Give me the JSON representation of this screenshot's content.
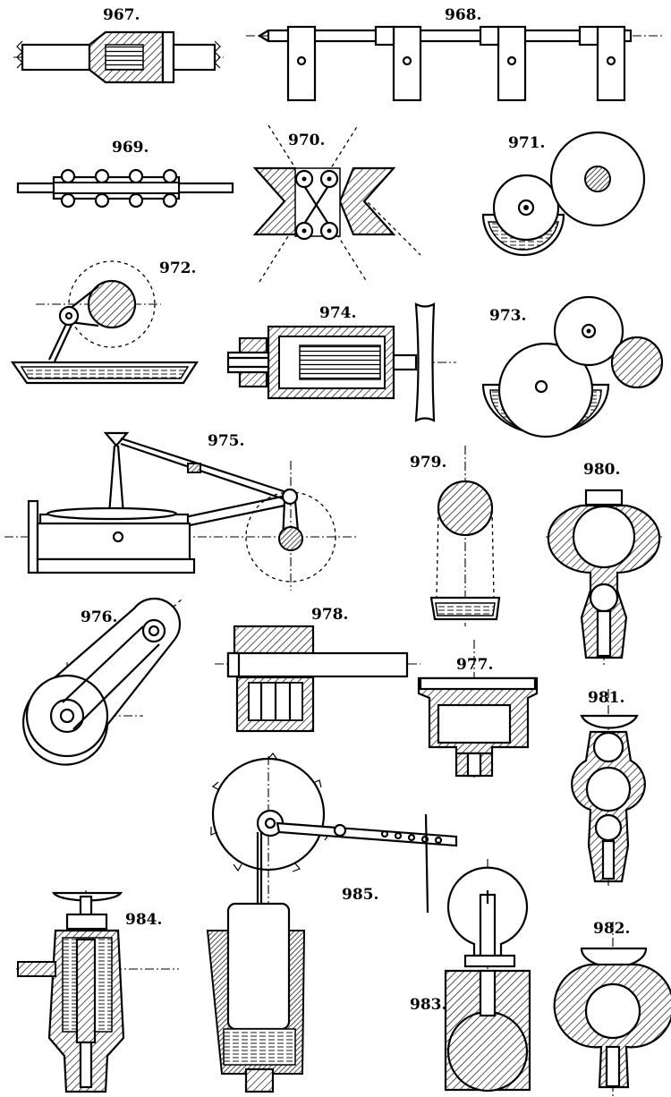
{
  "plate": {
    "figures": [
      {
        "id": "967",
        "label": "967."
      },
      {
        "id": "968",
        "label": "968."
      },
      {
        "id": "969",
        "label": "969."
      },
      {
        "id": "970",
        "label": "970."
      },
      {
        "id": "971",
        "label": "971."
      },
      {
        "id": "972",
        "label": "972."
      },
      {
        "id": "973",
        "label": "973."
      },
      {
        "id": "974",
        "label": "974."
      },
      {
        "id": "975",
        "label": "975."
      },
      {
        "id": "976",
        "label": "976."
      },
      {
        "id": "977",
        "label": "977."
      },
      {
        "id": "978",
        "label": "978."
      },
      {
        "id": "979",
        "label": "979."
      },
      {
        "id": "980",
        "label": "980."
      },
      {
        "id": "981",
        "label": "981."
      },
      {
        "id": "982",
        "label": "982."
      },
      {
        "id": "983",
        "label": "983."
      },
      {
        "id": "984",
        "label": "984."
      },
      {
        "id": "985",
        "label": "985."
      }
    ]
  }
}
